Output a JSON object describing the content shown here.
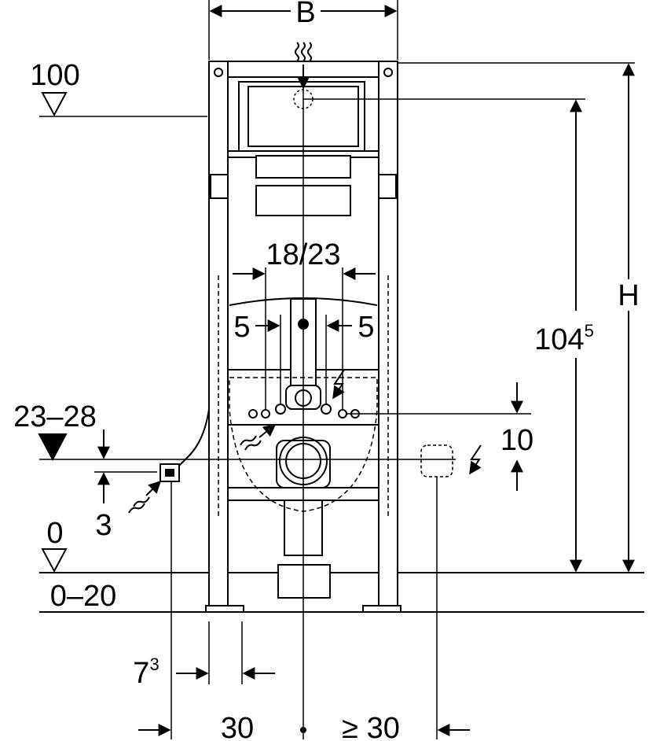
{
  "labels": {
    "width_symbol": "B",
    "height_symbol": "H",
    "level_100": "100",
    "level_0": "0",
    "floor_range": "0–20",
    "pipe_height_range": "23–28",
    "drain_offset": "3",
    "bolt_spacing": "18/23",
    "bolt_offset_left": "5",
    "bolt_offset_right": "5",
    "frame_height_main": "104",
    "frame_height_sup": "5",
    "electric_offset": "10",
    "foot_width_main": "7",
    "foot_width_sup": "3",
    "left_clearance": "30",
    "right_clearance": "≥ 30"
  },
  "colors": {
    "line": "#000000",
    "frame_fill": "#ffffff",
    "dashed": "#000000"
  },
  "icons": [
    "wavy-water-icon",
    "lightning-icon"
  ]
}
